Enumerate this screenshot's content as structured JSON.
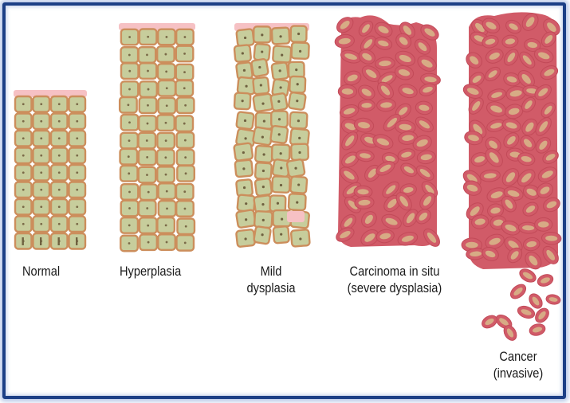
{
  "stages": [
    {
      "id": "normal",
      "label_lines": [
        "Normal"
      ]
    },
    {
      "id": "hyperplasia",
      "label_lines": [
        "Hyperplasia"
      ]
    },
    {
      "id": "mild-dysplasia",
      "label_lines": [
        "Mild",
        "dysplasia"
      ]
    },
    {
      "id": "carcinoma-in-situ",
      "label_lines": [
        "Carcinoma in situ",
        "(severe dysplasia)"
      ]
    },
    {
      "id": "cancer-invasive",
      "label_lines": [
        "Cancer",
        "(invasive)"
      ]
    }
  ],
  "colors": {
    "frame_border": "#1c3f86",
    "normal_cell_fill": "#c7cd9c",
    "normal_cell_border": "#cc8e5c",
    "surface_layer": "#f6c1c4",
    "cancer_cell_fill": "#d15b68",
    "cancer_nucleus_fill": "#d7ab85"
  }
}
